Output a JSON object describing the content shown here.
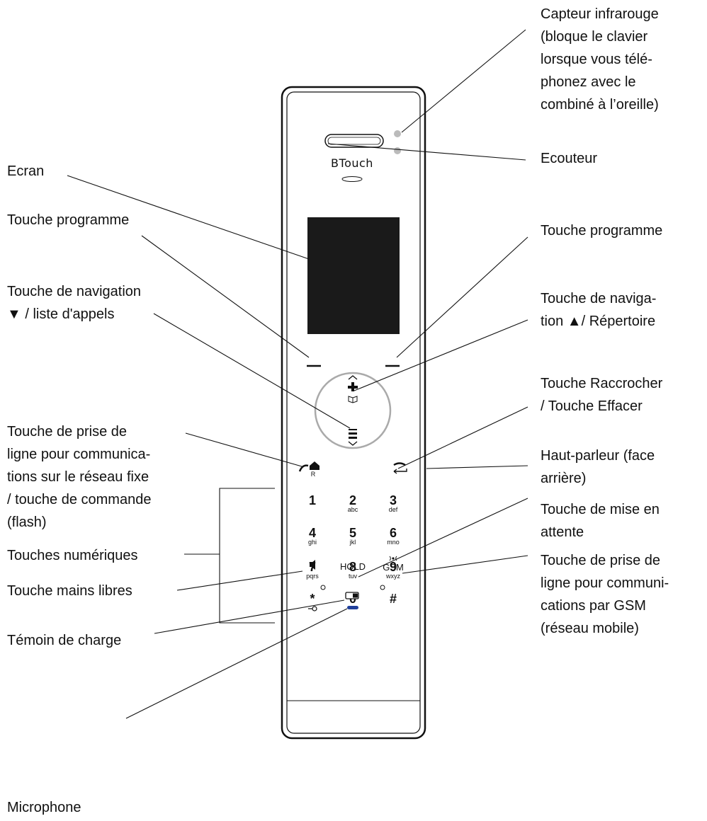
{
  "phone": {
    "brand": "BTouch",
    "keys": [
      {
        "digit": "1",
        "sub": ""
      },
      {
        "digit": "2",
        "sub": "abc"
      },
      {
        "digit": "3",
        "sub": "def"
      },
      {
        "digit": "4",
        "sub": "ghi"
      },
      {
        "digit": "5",
        "sub": "jkl"
      },
      {
        "digit": "6",
        "sub": "mno"
      },
      {
        "digit": "7",
        "sub": "pqrs"
      },
      {
        "digit": "8",
        "sub": "tuv"
      },
      {
        "digit": "9",
        "sub": "wxyz"
      },
      {
        "digit": "*",
        "sub": ""
      },
      {
        "digit": "0",
        "sub": ""
      },
      {
        "digit": "#",
        "sub": ""
      }
    ],
    "hold_label": "HOLD",
    "gsm_label": "GSM",
    "r_label": "R",
    "colors": {
      "body": "#ffffff",
      "outline": "#111111",
      "screen": "#1a1a1a",
      "charge_led": "#1f3f9a",
      "sensor": "#bbbbbb"
    }
  },
  "labels": {
    "capteur": "Capteur infrarouge\n(bloque le clavier\nlorsque vous télé-\nphonez avec le\ncombiné à l’oreille)",
    "ecouteur": "Ecouteur",
    "ecran": "Ecran",
    "touche_prog_left": "Touche programme",
    "touche_prog_right": "Touche programme",
    "nav_down": "Touche de navigation\n▼ / liste d'appels",
    "nav_up": "Touche de naviga-\ntion ▲/ Répertoire",
    "raccrocher": "Touche Raccrocher\n/ Touche Effacer",
    "prise_fixe": "Touche de prise de\nligne pour communica-\ntions sur le réseau fixe\n/ touche de commande\n(flash)",
    "haut_parleur": "Haut-parleur (face\narrière)",
    "numeriques": "Touches numériques",
    "attente": "Touche de mise en\nattente",
    "prise_gsm": "Touche de prise de\nligne pour communi-\ncations par GSM\n(réseau mobile)",
    "mains_libres": "Touche mains libres",
    "temoin": "Témoin de charge",
    "microphone": "Microphone"
  }
}
